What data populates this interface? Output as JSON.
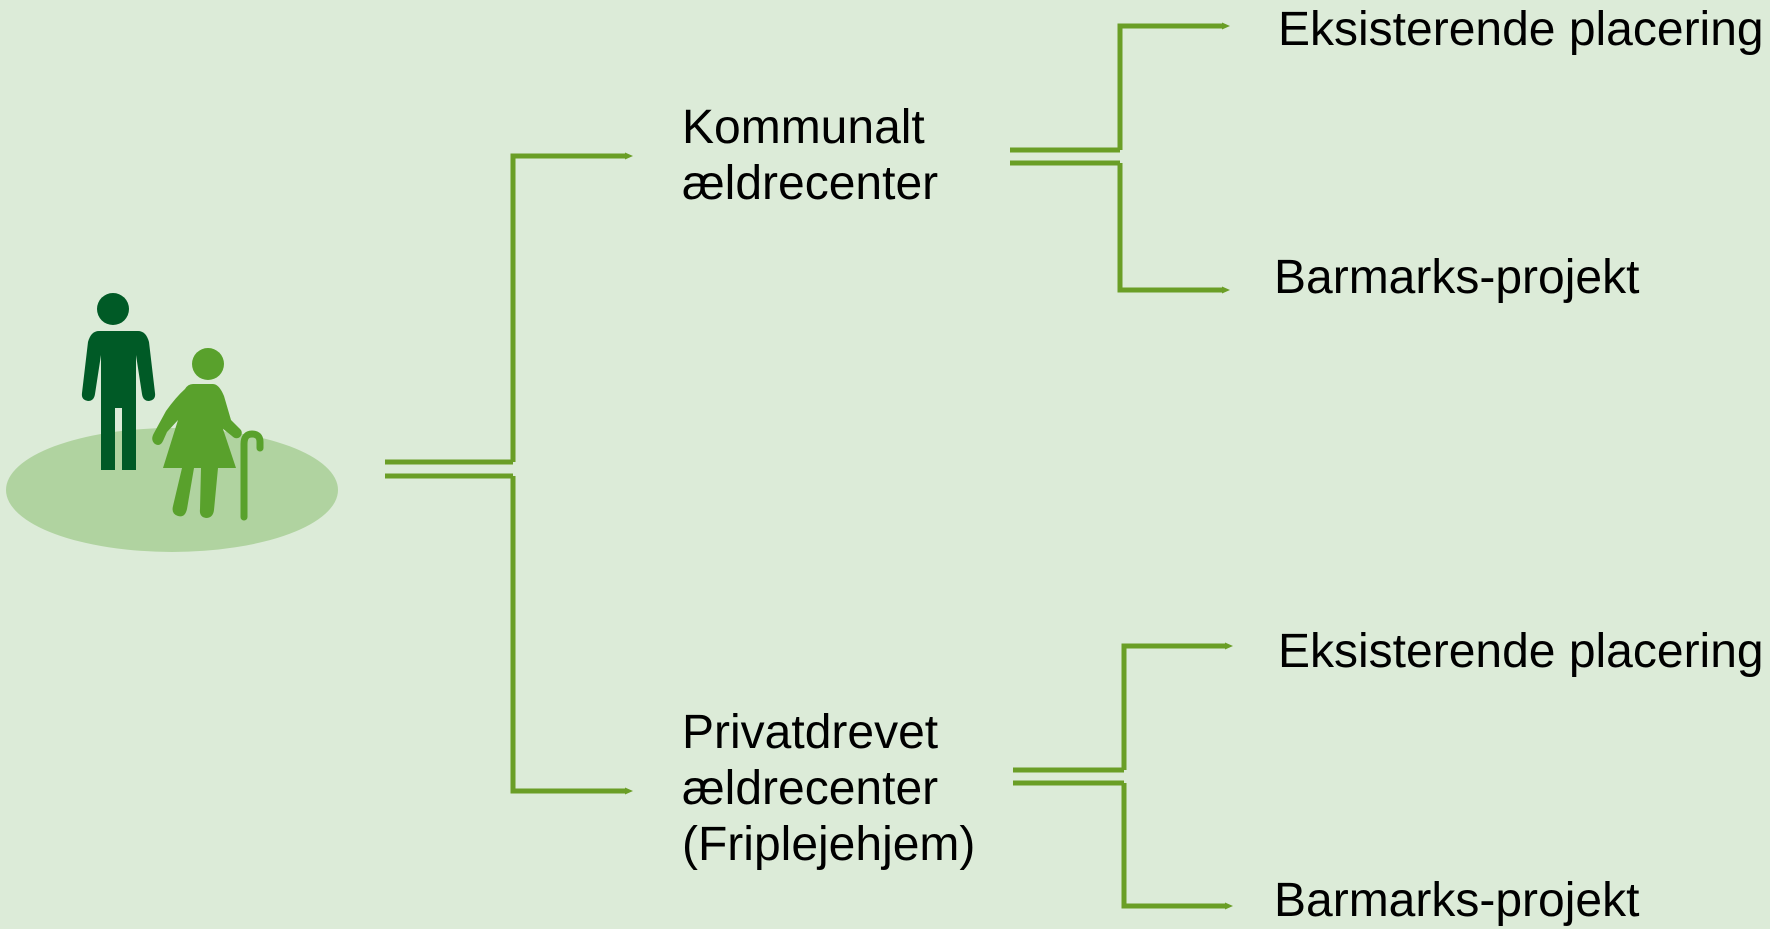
{
  "colors": {
    "background": "#dcebd8",
    "connector": "#6a9e26",
    "ground": "#b0d3a0",
    "person_man": "#005a26",
    "person_woman": "#59a12c"
  },
  "icons": {
    "people": "elderly-couple-icon"
  },
  "branches": [
    {
      "lines": [
        "Kommunalt",
        "ældrecenter"
      ],
      "options": [
        "Eksisterende placering",
        "Barmarks-projekt"
      ]
    },
    {
      "lines": [
        "Privatdrevet",
        "ældrecenter",
        "(Friplejehjem)"
      ],
      "options": [
        "Eksisterende placering",
        "Barmarks-projekt"
      ]
    }
  ]
}
